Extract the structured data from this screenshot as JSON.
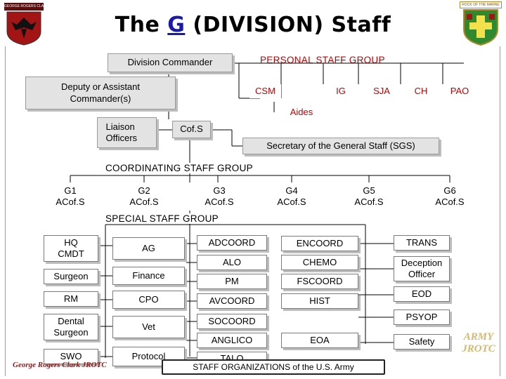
{
  "title": {
    "prefix": "The",
    "letter": "G",
    "suffix": "(DIVISION) Staff"
  },
  "logo_left": {
    "banner": "GEORGE ROGERS CLARK",
    "icon": "eagle-shield-icon"
  },
  "logo_right": {
    "banner": "ROCK OF THE MARNE",
    "icon": "cross-shield-icon"
  },
  "command": {
    "division_commander": "Division Commander",
    "deputy": "Deputy or Assistant Commander(s)",
    "liaison": "Liaison Officers",
    "cofs": "Cof.S",
    "sgs": "Secretary of the General Staff (SGS)"
  },
  "personal_staff": {
    "label": "PERSONAL STAFF GROUP",
    "members": [
      "CSM",
      "IG",
      "SJA",
      "CH",
      "PAO"
    ],
    "aides": "Aides"
  },
  "coordinating_staff": {
    "label": "COORDINATING STAFF GROUP",
    "items": [
      {
        "g": "G1",
        "title": "ACof.S"
      },
      {
        "g": "G2",
        "title": "ACof.S"
      },
      {
        "g": "G3",
        "title": "ACof.S"
      },
      {
        "g": "G4",
        "title": "ACof.S"
      },
      {
        "g": "G5",
        "title": "ACof.S"
      },
      {
        "g": "G6",
        "title": "ACof.S"
      }
    ]
  },
  "special_staff": {
    "label": "SPECIAL STAFF GROUP",
    "col1": [
      "HQ CMDT",
      "Surgeon",
      "RM",
      "Dental Surgeon",
      "SWO"
    ],
    "col2": [
      "AG",
      "Finance",
      "CPO",
      "Vet",
      "Protocol"
    ],
    "col3": [
      "ADCOORD",
      "ALO",
      "PM",
      "AVCOORD",
      "SOCOORD",
      "ANGLICO",
      "TALO"
    ],
    "col4": [
      "ENCOORD",
      "CHEMO",
      "FSCOORD",
      "HIST",
      "EOA"
    ],
    "col5": [
      "TRANS",
      "Deception Officer",
      "EOD",
      "PSYOP",
      "Safety"
    ]
  },
  "footer": {
    "left": "George Rogers Clark JROTC",
    "caption": "STAFF ORGANIZATIONS of the U.S. Army",
    "watermark": "ARMY JROTC"
  },
  "colors": {
    "accent_red": "#c00000",
    "title_g": "#1a1aa8",
    "frame": "#c48a8a"
  }
}
